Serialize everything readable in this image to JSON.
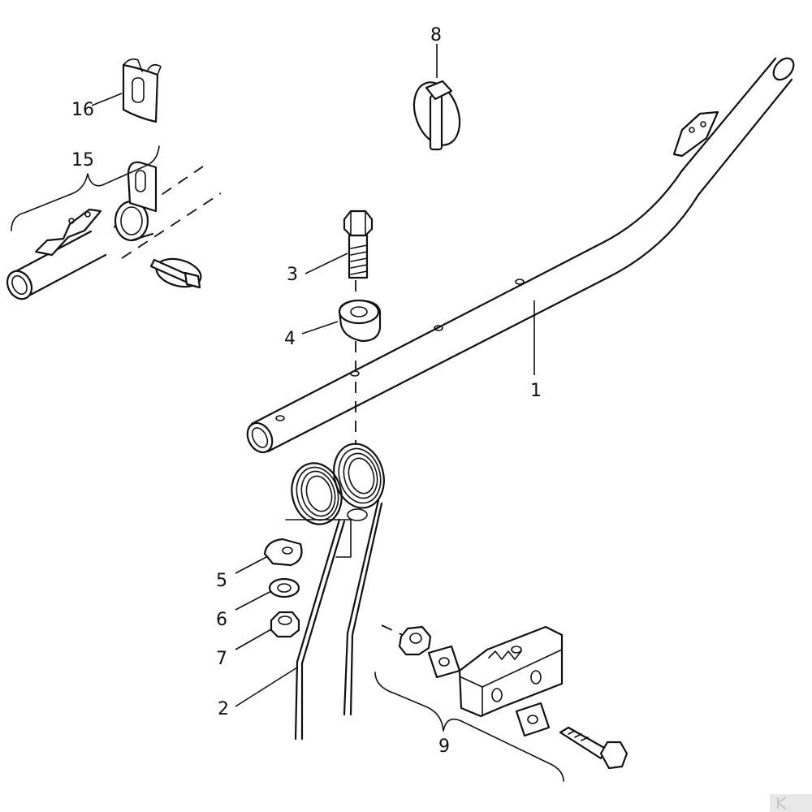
{
  "diagram": {
    "callouts": {
      "c1": "1",
      "c2": "2",
      "c3": "3",
      "c4": "4",
      "c5": "5",
      "c6": "6",
      "c7": "7",
      "c8": "8",
      "c9": "9",
      "c15": "15",
      "c16": "16"
    },
    "parts": [
      {
        "callout": "1",
        "icon": "tine-bar-tube-icon"
      },
      {
        "callout": "2",
        "icon": "double-coil-spring-tine-icon"
      },
      {
        "callout": "3",
        "icon": "hex-bolt-icon"
      },
      {
        "callout": "4",
        "icon": "flanged-bushing-icon"
      },
      {
        "callout": "5",
        "icon": "tine-clamp-plate-icon"
      },
      {
        "callout": "6",
        "icon": "washer-icon"
      },
      {
        "callout": "7",
        "icon": "hex-nut-icon"
      },
      {
        "callout": "8",
        "icon": "linch-pin-icon"
      },
      {
        "callout": "9",
        "icon": "tine-holder-kit-icon"
      },
      {
        "callout": "15",
        "icon": "bearing-bracket-kit-icon"
      },
      {
        "callout": "16",
        "icon": "bearing-clip-icon"
      }
    ],
    "watermark_icon": "k-logo-icon"
  }
}
